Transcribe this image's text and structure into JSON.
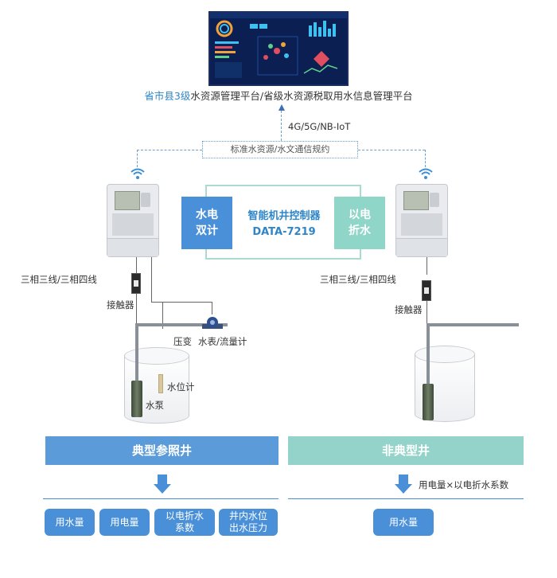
{
  "platform": {
    "title_highlight": "省市县3级",
    "title_rest": "水资源管理平台/省级水资源税取用水信息管理平台"
  },
  "network": {
    "label": "4G/5G/NB-IoT"
  },
  "protocol": {
    "label": "标准水资源/水文通信规约"
  },
  "controller": {
    "left_box": [
      "水电",
      "双计"
    ],
    "title": [
      "智能机井控制器",
      "DATA-7219"
    ],
    "right_box": [
      "以电",
      "折水"
    ]
  },
  "left_well": {
    "wiring_label": "三相三线/三相四线",
    "contactor_label": "接触器",
    "transformer_label": "压变",
    "meter_label": "水表/流量计",
    "level_gauge_label": "水位计",
    "pump_label": "水泵",
    "section_title": "典型参照井",
    "outputs": [
      [
        "用水量"
      ],
      [
        "用电量"
      ],
      [
        "以电折水",
        "系数"
      ],
      [
        "井内水位",
        "出水压力"
      ]
    ]
  },
  "right_well": {
    "wiring_label": "三相三线/三相四线",
    "contactor_label": "接触器",
    "section_title": "非典型井",
    "formula_label": "用电量×以电折水系数",
    "outputs": [
      [
        "用水量"
      ]
    ]
  },
  "colors": {
    "blue": "#4a90d9",
    "teal": "#8fd5c8",
    "highlight": "#2e86c8"
  }
}
